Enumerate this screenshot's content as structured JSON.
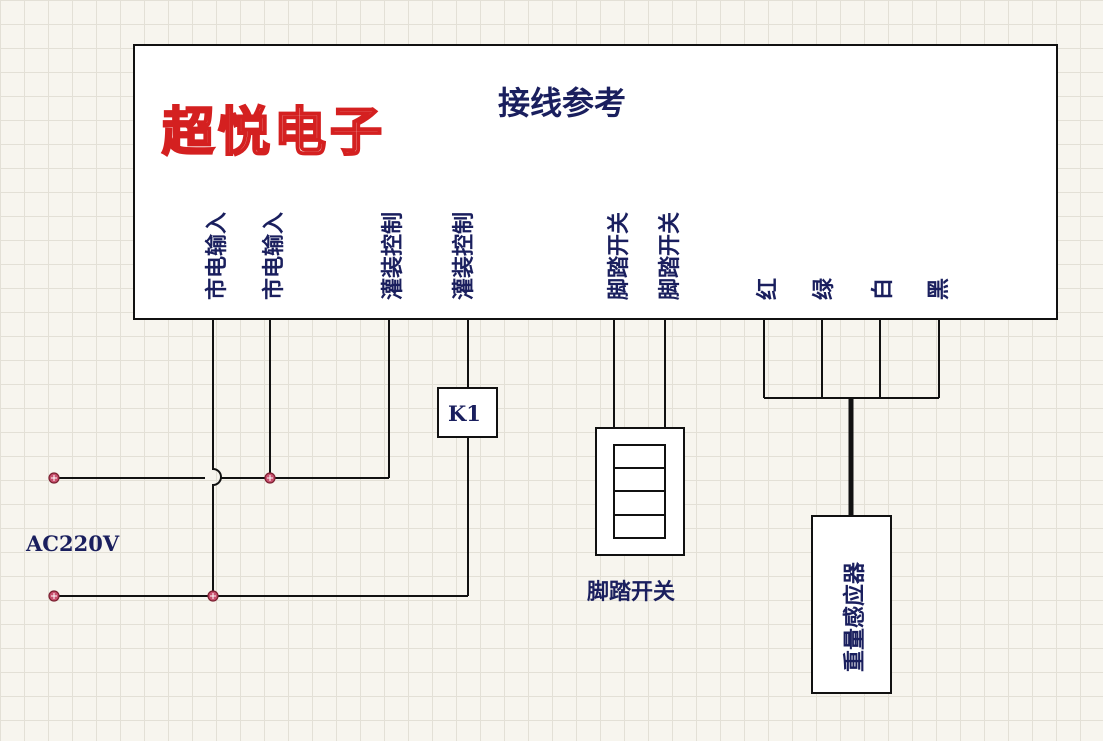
{
  "title": "接线参考",
  "brand": "超悦电子",
  "terminals": {
    "mains_in_1": "市电输入",
    "mains_in_2": "市电输入",
    "fill_ctrl_1": "灌装控制",
    "fill_ctrl_2": "灌装控制",
    "foot_1": "脚踏开关",
    "foot_2": "脚踏开关",
    "red": "红",
    "green": "绿",
    "white": "白",
    "black": "黑"
  },
  "relay_label": "K1",
  "ac_label": "AC220V",
  "foot_switch_label": "脚踏开关",
  "sensor_label": "重量感应器",
  "colors": {
    "ink": "#1a1f5e",
    "brand": "#d42020",
    "node": "#c8506e"
  }
}
